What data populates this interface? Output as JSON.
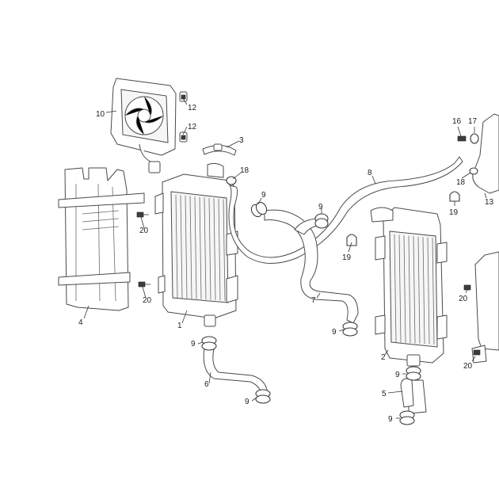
{
  "diagram": {
    "callouts": [
      {
        "id": "c10",
        "label": "10"
      },
      {
        "id": "c12a",
        "label": "12"
      },
      {
        "id": "c12b",
        "label": "12"
      },
      {
        "id": "c3",
        "label": "3"
      },
      {
        "id": "c18a",
        "label": "18"
      },
      {
        "id": "c9a",
        "label": "9"
      },
      {
        "id": "c20a",
        "label": "20"
      },
      {
        "id": "c20b",
        "label": "20"
      },
      {
        "id": "c4",
        "label": "4"
      },
      {
        "id": "c1",
        "label": "1"
      },
      {
        "id": "c9b",
        "label": "9"
      },
      {
        "id": "c6",
        "label": "6"
      },
      {
        "id": "c9c",
        "label": "9"
      },
      {
        "id": "c8",
        "label": "8"
      },
      {
        "id": "c9d",
        "label": "9"
      },
      {
        "id": "c19a",
        "label": "19"
      },
      {
        "id": "c7",
        "label": "7"
      },
      {
        "id": "c9e",
        "label": "9"
      },
      {
        "id": "c16",
        "label": "16"
      },
      {
        "id": "c17",
        "label": "17"
      },
      {
        "id": "c18b",
        "label": "18"
      },
      {
        "id": "c19b",
        "label": "19"
      },
      {
        "id": "c13",
        "label": "13"
      },
      {
        "id": "c20c",
        "label": "20"
      },
      {
        "id": "c2",
        "label": "2"
      },
      {
        "id": "c20d",
        "label": "20"
      },
      {
        "id": "c9f",
        "label": "9"
      },
      {
        "id": "c5",
        "label": "5"
      },
      {
        "id": "c9g",
        "label": "9"
      }
    ]
  }
}
